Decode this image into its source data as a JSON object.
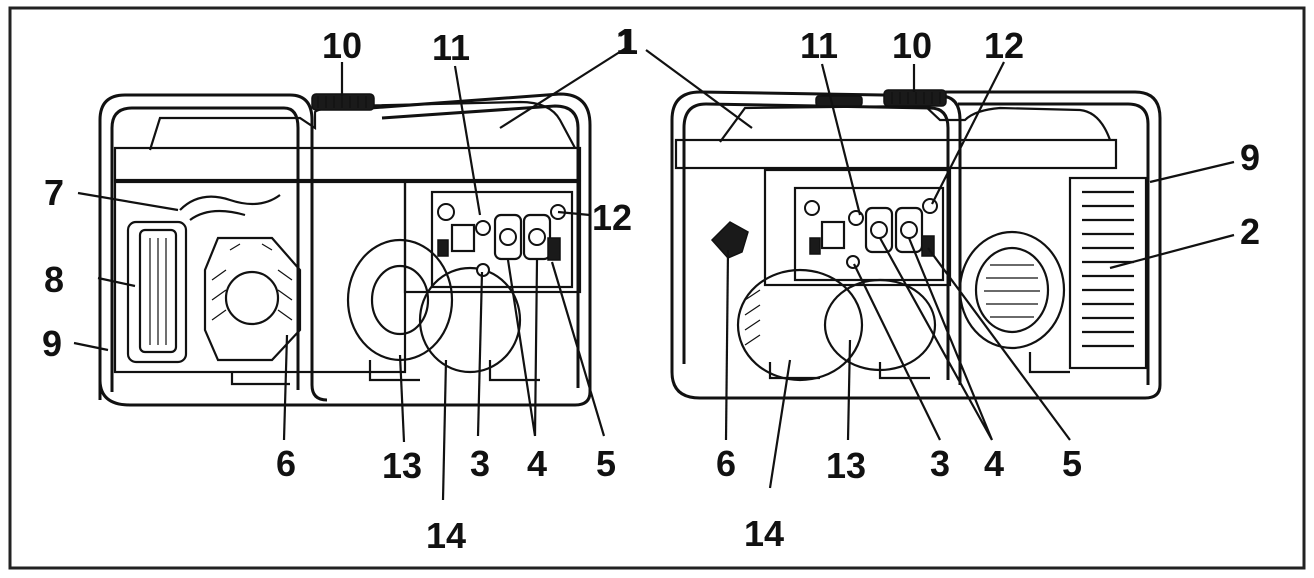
{
  "labels": {
    "l1": "1",
    "l2": "2",
    "l3": "3",
    "l4": "4",
    "l5": "5",
    "l6": "6",
    "l7": "7",
    "l8": "8",
    "l9": "9",
    "l10": "10",
    "l11": "11",
    "l12": "12",
    "l13": "13",
    "l14": "14"
  },
  "colors": {
    "ink": "#111111",
    "paper": "#ffffff",
    "border": "#222222"
  }
}
